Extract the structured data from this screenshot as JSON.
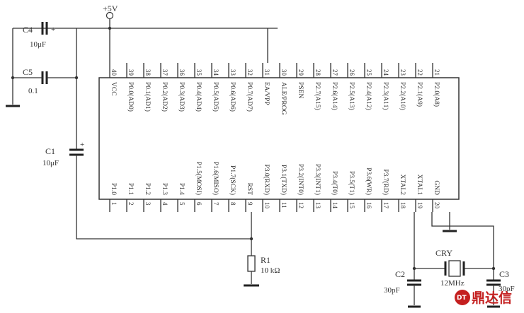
{
  "power": {
    "label": "+5V"
  },
  "ic": {
    "top_pins": [
      {
        "num": "40",
        "name": "VCC"
      },
      {
        "num": "39",
        "name": "P0.0(AD0)"
      },
      {
        "num": "38",
        "name": "P0.1(AD1)"
      },
      {
        "num": "37",
        "name": "P0.2(AD2)"
      },
      {
        "num": "36",
        "name": "P0.3(AD3)"
      },
      {
        "num": "35",
        "name": "P0.4(AD4)"
      },
      {
        "num": "34",
        "name": "P0.5(AD5)"
      },
      {
        "num": "33",
        "name": "P0.6(AD6)"
      },
      {
        "num": "32",
        "name": "P0.7(AD7)"
      },
      {
        "num": "31",
        "name": "EA/VPP"
      },
      {
        "num": "30",
        "name": "ALE/PROG"
      },
      {
        "num": "29",
        "name": "PSEN"
      },
      {
        "num": "28",
        "name": "P2.7(A15)"
      },
      {
        "num": "27",
        "name": "P2.6(A14)"
      },
      {
        "num": "26",
        "name": "P2.5(A13)"
      },
      {
        "num": "25",
        "name": "P2.4(A12)"
      },
      {
        "num": "24",
        "name": "P2.3(A11)"
      },
      {
        "num": "23",
        "name": "P2.2(A10)"
      },
      {
        "num": "22",
        "name": "P2.1(A9)"
      },
      {
        "num": "21",
        "name": "P2.0(A8)"
      }
    ],
    "bottom_pins": [
      {
        "num": "1",
        "name": "P1.0"
      },
      {
        "num": "2",
        "name": "P1.1"
      },
      {
        "num": "3",
        "name": "P1.2"
      },
      {
        "num": "4",
        "name": "P1.3"
      },
      {
        "num": "5",
        "name": "P1.4"
      },
      {
        "num": "6",
        "name": "P1.5(MOSI)"
      },
      {
        "num": "7",
        "name": "P1.6(MISO)"
      },
      {
        "num": "8",
        "name": "P1.7(SCK)"
      },
      {
        "num": "9",
        "name": "RST"
      },
      {
        "num": "10",
        "name": "P3.0(RXD)"
      },
      {
        "num": "11",
        "name": "P3.1(TXD)"
      },
      {
        "num": "12",
        "name": "P3.2(INT0)"
      },
      {
        "num": "13",
        "name": "P3.3(INT1)"
      },
      {
        "num": "14",
        "name": "P3.4(T0)"
      },
      {
        "num": "15",
        "name": "P3.5(T1)"
      },
      {
        "num": "16",
        "name": "P3.6(WR)"
      },
      {
        "num": "17",
        "name": "P3.7(RD)"
      },
      {
        "num": "18",
        "name": "XTAL2"
      },
      {
        "num": "19",
        "name": "XTAL1"
      },
      {
        "num": "20",
        "name": "GND"
      }
    ]
  },
  "components": {
    "c4": {
      "ref": "C4",
      "value": "10μF",
      "polarity": "+"
    },
    "c5": {
      "ref": "C5",
      "value": "0.1"
    },
    "c1": {
      "ref": "C1",
      "value": "10μF",
      "polarity": "+"
    },
    "r1": {
      "ref": "R1",
      "value": "10 kΩ"
    },
    "c2": {
      "ref": "C2",
      "value": "30pF"
    },
    "c3": {
      "ref": "C3",
      "value": "30pF"
    },
    "cry": {
      "ref": "CRY",
      "value": "12MHz"
    }
  },
  "watermark": {
    "logo_text": "DT",
    "text": "鼎达信"
  },
  "colors": {
    "wire": "#333333",
    "watermark": "#c41f1f"
  }
}
